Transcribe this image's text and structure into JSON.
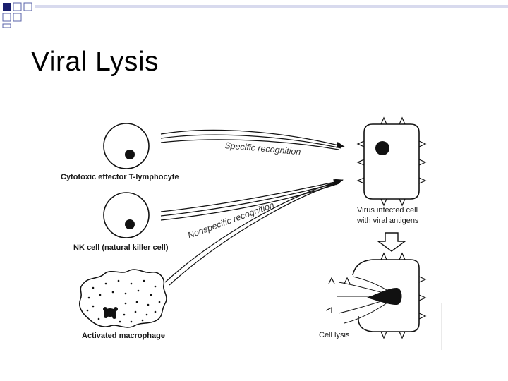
{
  "slide": {
    "title": "Viral Lysis"
  },
  "diagram": {
    "cells": {
      "t_lymphocyte": "Cytotoxic effector T-lymphocyte",
      "nk_cell": "NK cell (natural killer cell)",
      "macrophage": "Activated macrophage",
      "infected_cell_line1": "Virus infected cell",
      "infected_cell_line2": "with viral antigens",
      "lysed_cell": "Cell lysis"
    },
    "arrows": {
      "specific": "Specific recognition",
      "nonspecific": "Nonspecific recognition"
    }
  }
}
